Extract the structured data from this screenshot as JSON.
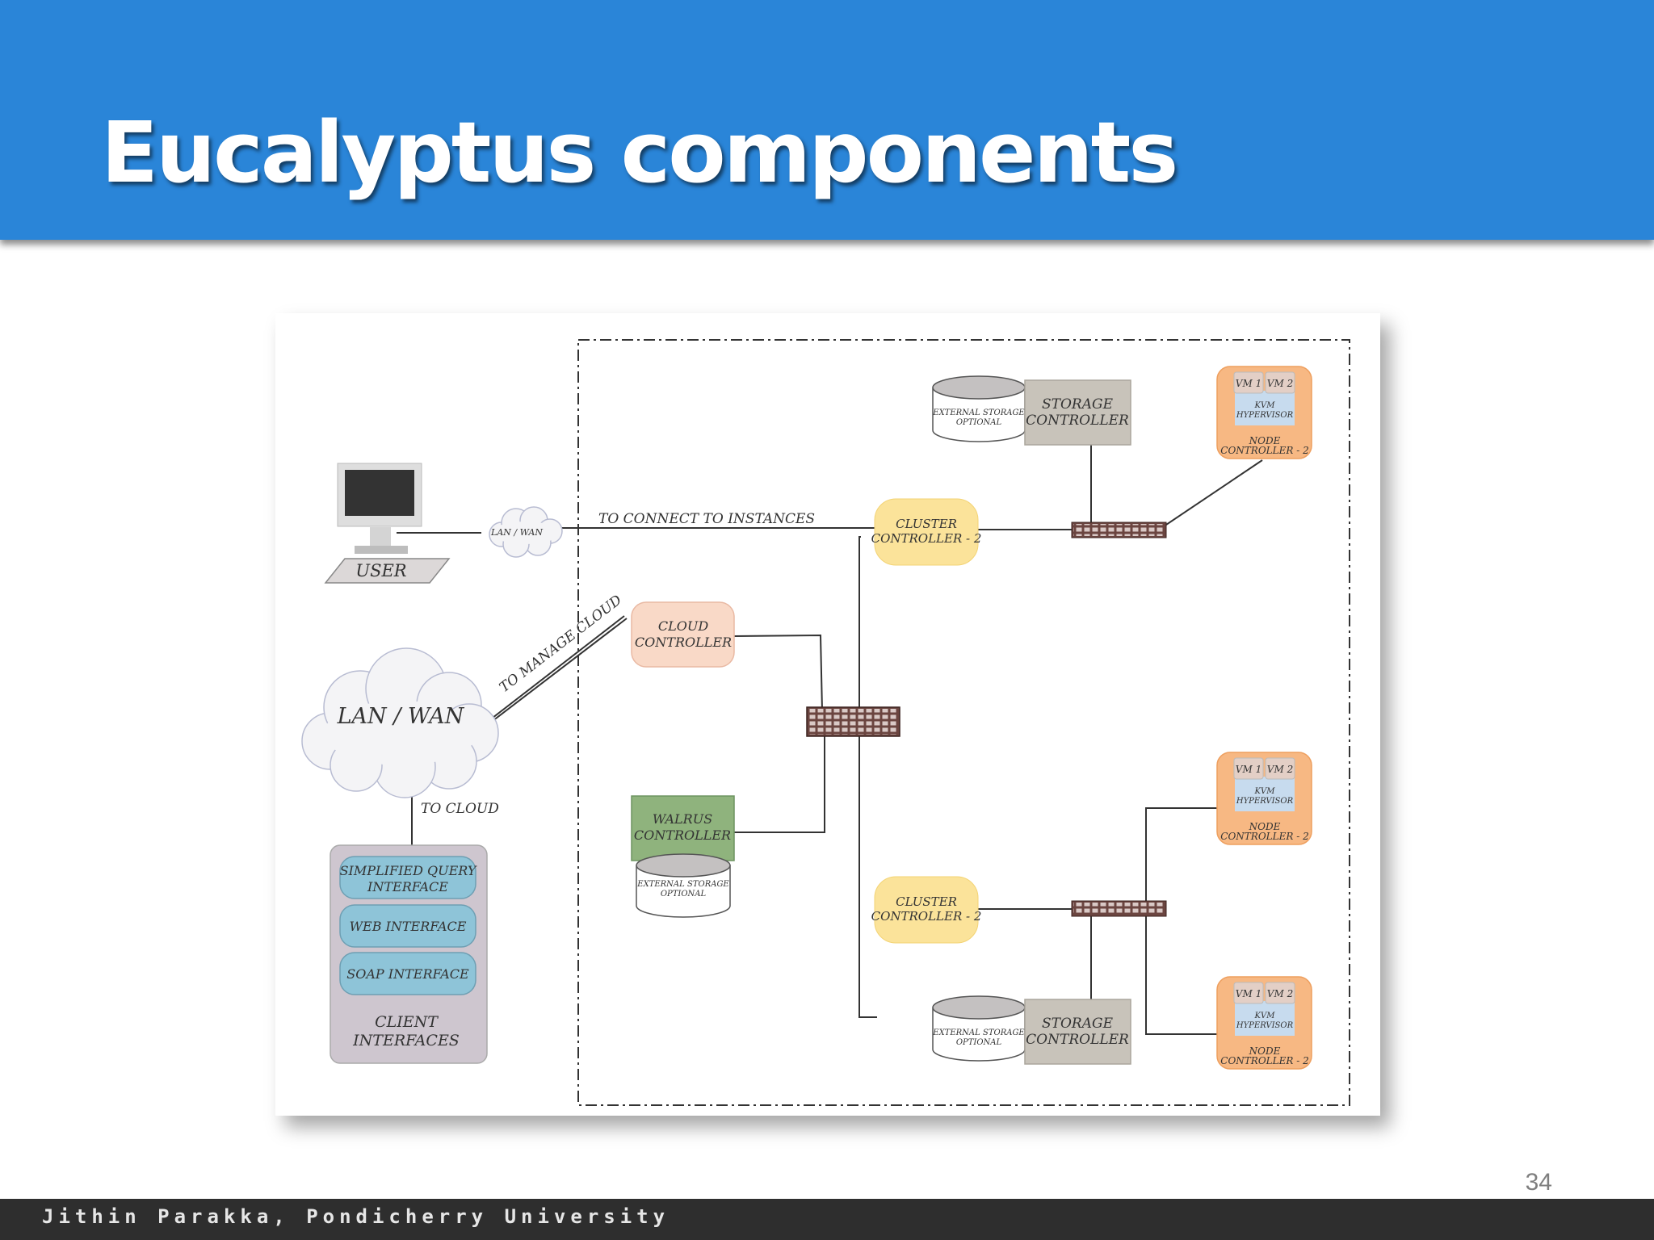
{
  "slide": {
    "title": "Eucalyptus components",
    "page_number": "34",
    "footer": "Jithin Parakka, Pondicherry University"
  },
  "colors": {
    "header_bg": "#2a85d8",
    "footer_bg": "#2e2e2e",
    "cluster_fill": "#fbe39a",
    "cloud_ctrl_fill": "#f9d9c7",
    "walrus_fill": "#8fb37d",
    "storage_fill": "#c8c3ba",
    "node_fill": "#f7b883",
    "interface_fill": "#8ec4d8",
    "client_panel_fill": "#cec6cf",
    "switch_fill": "#6b4540"
  },
  "diagram": {
    "user_label": "USER",
    "small_cloud_label": "LAN / WAN",
    "big_cloud_label": "LAN / WAN",
    "connect_label": "TO CONNECT TO INSTANCES",
    "manage_label": "TO MANAGE CLOUD",
    "to_cloud_label": "TO CLOUD",
    "cloud_controller": [
      "CLOUD",
      "CONTROLLER"
    ],
    "walrus_controller": [
      "WALRUS",
      "CONTROLLER"
    ],
    "cluster_controller": [
      "CLUSTER",
      "CONTROLLER - 2"
    ],
    "storage_controller": [
      "STORAGE",
      "CONTROLLER"
    ],
    "external_storage": [
      "EXTERNAL STORAGE",
      "OPTIONAL"
    ],
    "node": {
      "vm1": "VM 1",
      "vm2": "VM 2",
      "hypervisor": [
        "KVM",
        "HYPERVISOR"
      ],
      "controller": [
        "NODE",
        "CONTROLLER - 2"
      ]
    },
    "client_interfaces": {
      "items": [
        [
          "SIMPLIFIED QUERY",
          "INTERFACE"
        ],
        [
          "WEB INTERFACE"
        ],
        [
          "SOAP INTERFACE"
        ]
      ],
      "label": [
        "CLIENT",
        "INTERFACES"
      ]
    }
  }
}
